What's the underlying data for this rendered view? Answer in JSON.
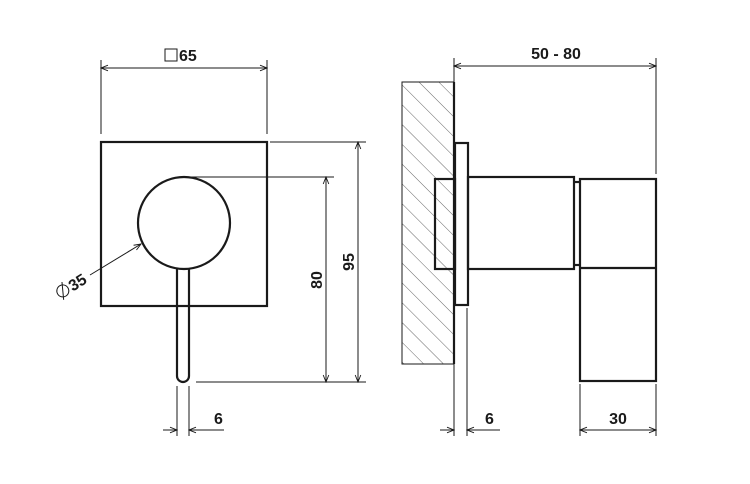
{
  "dimensions": {
    "square_size": "65",
    "depth_range": "50 - 80",
    "diameter": "35",
    "height_outer": "95",
    "height_inner": "80",
    "lever_width": "6",
    "plate_thickness": "6",
    "handle_depth": "30"
  },
  "symbols": {
    "square": "square-symbol",
    "diameter": "diameter-symbol"
  }
}
